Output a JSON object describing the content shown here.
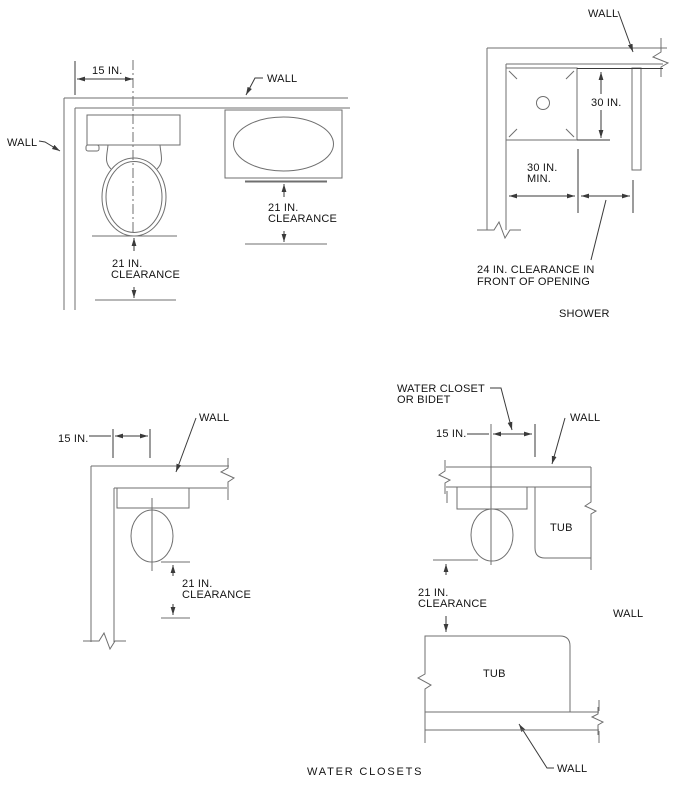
{
  "colors": {
    "background": "#ffffff",
    "linework": "#6f6f6f",
    "dimension": "#3a3a3a",
    "text": "#141414"
  },
  "diagrams": {
    "top_left": {
      "dim_15": "15 IN.",
      "wall_top_label": "WALL",
      "wall_left_label": "WALL",
      "wc_clearance_line1": "21 IN.",
      "wc_clearance_line2": "CLEARANCE",
      "lav_clearance_line1": "21 IN.",
      "lav_clearance_line2": "CLEARANCE"
    },
    "shower": {
      "wall_label": "WALL",
      "dim_30": "30 IN.",
      "dim_30min_line1": "30 IN.",
      "dim_30min_line2": "MIN.",
      "clearance_line1": "24 IN. CLEARANCE IN",
      "clearance_line2": "FRONT OF OPENING",
      "caption": "SHOWER"
    },
    "bottom_left": {
      "dim_15": "15 IN.",
      "wall_label": "WALL",
      "clearance_line1": "21 IN.",
      "clearance_line2": "CLEARANCE"
    },
    "bottom_right": {
      "fixture_label_line1": "WATER CLOSET",
      "fixture_label_line2": "OR BIDET",
      "wall_top_label": "WALL",
      "dim_15": "15 IN.",
      "tub_upper_label": "TUB",
      "clearance_line1": "21 IN.",
      "clearance_line2": "CLEARANCE",
      "wall_right_label": "WALL",
      "tub_lower_label": "TUB",
      "wall_bottom_label": "WALL"
    },
    "caption": "WATER CLOSETS"
  }
}
